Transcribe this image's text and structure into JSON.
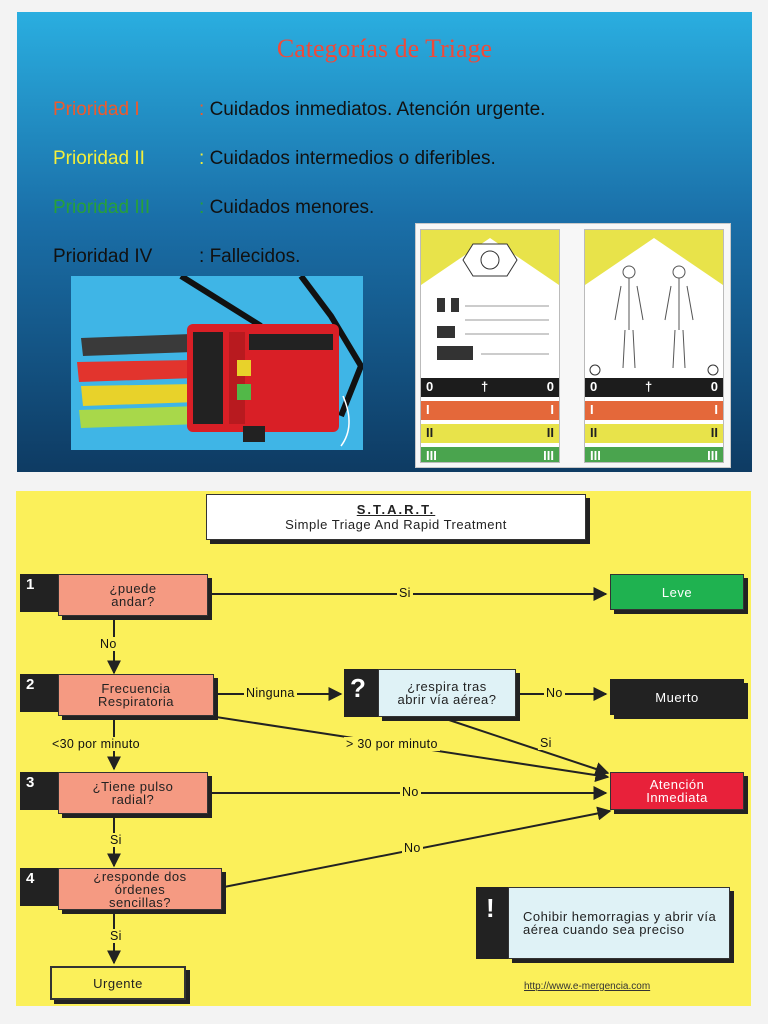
{
  "slide": {
    "title": "Categorías de Triage",
    "priorities": [
      {
        "label": "Prioridad I",
        "sep": ":",
        "desc": "Cuidados inmediatos. Atención urgente.",
        "color": "#ee5a2c"
      },
      {
        "label": "Prioridad II",
        "sep": ":",
        "desc": "Cuidados intermedios o diferibles.",
        "color": "#f3ef3b"
      },
      {
        "label": "Prioridad III",
        "sep": ":",
        "desc": "Cuidados menores.",
        "color": "#27a03a"
      },
      {
        "label": "Prioridad IV",
        "sep": ":",
        "desc": "Fallecidos.",
        "color": "#111111"
      }
    ],
    "card_strips": [
      {
        "left": "0",
        "mid": "†",
        "right": "0",
        "color": "#1c1c1c",
        "text": "#ffffff"
      },
      {
        "left": "I",
        "mid": "",
        "right": "I",
        "color": "#e4683a",
        "text": "#ffffff"
      },
      {
        "left": "II",
        "mid": "",
        "right": "II",
        "color": "#e8e34a",
        "text": "#222222"
      },
      {
        "left": "III",
        "mid": "",
        "right": "III",
        "color": "#4aa44e",
        "text": "#ffffff"
      }
    ]
  },
  "start": {
    "title": "S.T.A.R.T.",
    "subtitle": "Simple Triage And Rapid Treatment",
    "steps": [
      {
        "num": "1",
        "text": "¿puede andar?"
      },
      {
        "num": "2",
        "text": "Frecuencia Respiratoria"
      },
      {
        "num": "3",
        "text": "¿Tiene pulso radial?"
      },
      {
        "num": "4",
        "text": "¿responde dos órdenes sencillas?"
      }
    ],
    "question_box": {
      "icon": "?",
      "text": "¿respira tras abrir vía aérea?"
    },
    "outcomes": {
      "leve": "Leve",
      "muerto": "Muerto",
      "inmediata": "Atención Inmediata",
      "urgente": "Urgente"
    },
    "labels": {
      "si1": "Si",
      "no1": "No",
      "ninguna": "Ninguna",
      "no_q": "No",
      "si_q": "Si",
      "menos30": "<30 por minuto",
      "mas30": "> 30 por minuto",
      "no3": "No",
      "si3": "Si",
      "no4": "No",
      "si4": "Si"
    },
    "note": {
      "icon": "!",
      "text": "Cohibir hemorragias y abrir vía aérea cuando sea preciso"
    },
    "url": "http://www.e-mergencia.com",
    "colors": {
      "leve": "#1fb250",
      "muerto": "#222222",
      "inmediata": "#e8213a",
      "urgente": "#fbf05a",
      "note": "#dff2f6"
    }
  }
}
